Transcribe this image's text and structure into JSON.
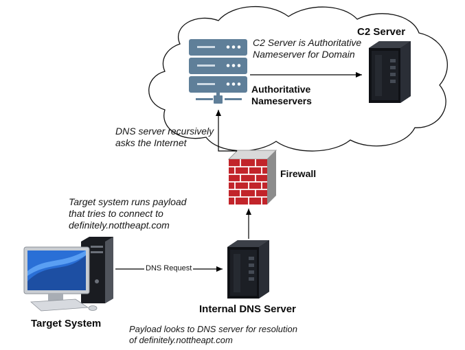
{
  "labels": {
    "c2_server": "C2 Server",
    "c2_note_line1": "C2 Server is Authoritative",
    "c2_note_line2": "Nameserver for Domain",
    "auth_ns_line1": "Authoritative",
    "auth_ns_line2": "Nameservers",
    "recursive_line1": "DNS server recursively",
    "recursive_line2": "asks the Internet",
    "firewall": "Firewall",
    "payload_line1": "Target system runs payload",
    "payload_line2": "that tries to connect to",
    "payload_line3": "definitely.nottheapt.com",
    "dns_request": "DNS Request",
    "internal_dns": "Internal DNS Server",
    "target_system": "Target System",
    "lookup_line1": "Payload looks to DNS server for resolution",
    "lookup_line2": "of definitely.nottheapt.com"
  },
  "colors": {
    "server_rack": "#5f7f99",
    "firewall_brick": "#c2242a",
    "tower": "#1f2229",
    "screen_blue": "#2a6fd6"
  },
  "icons": [
    "cloud-icon",
    "rack-server-icon",
    "tower-server-icon",
    "firewall-icon",
    "desktop-computer-icon"
  ]
}
